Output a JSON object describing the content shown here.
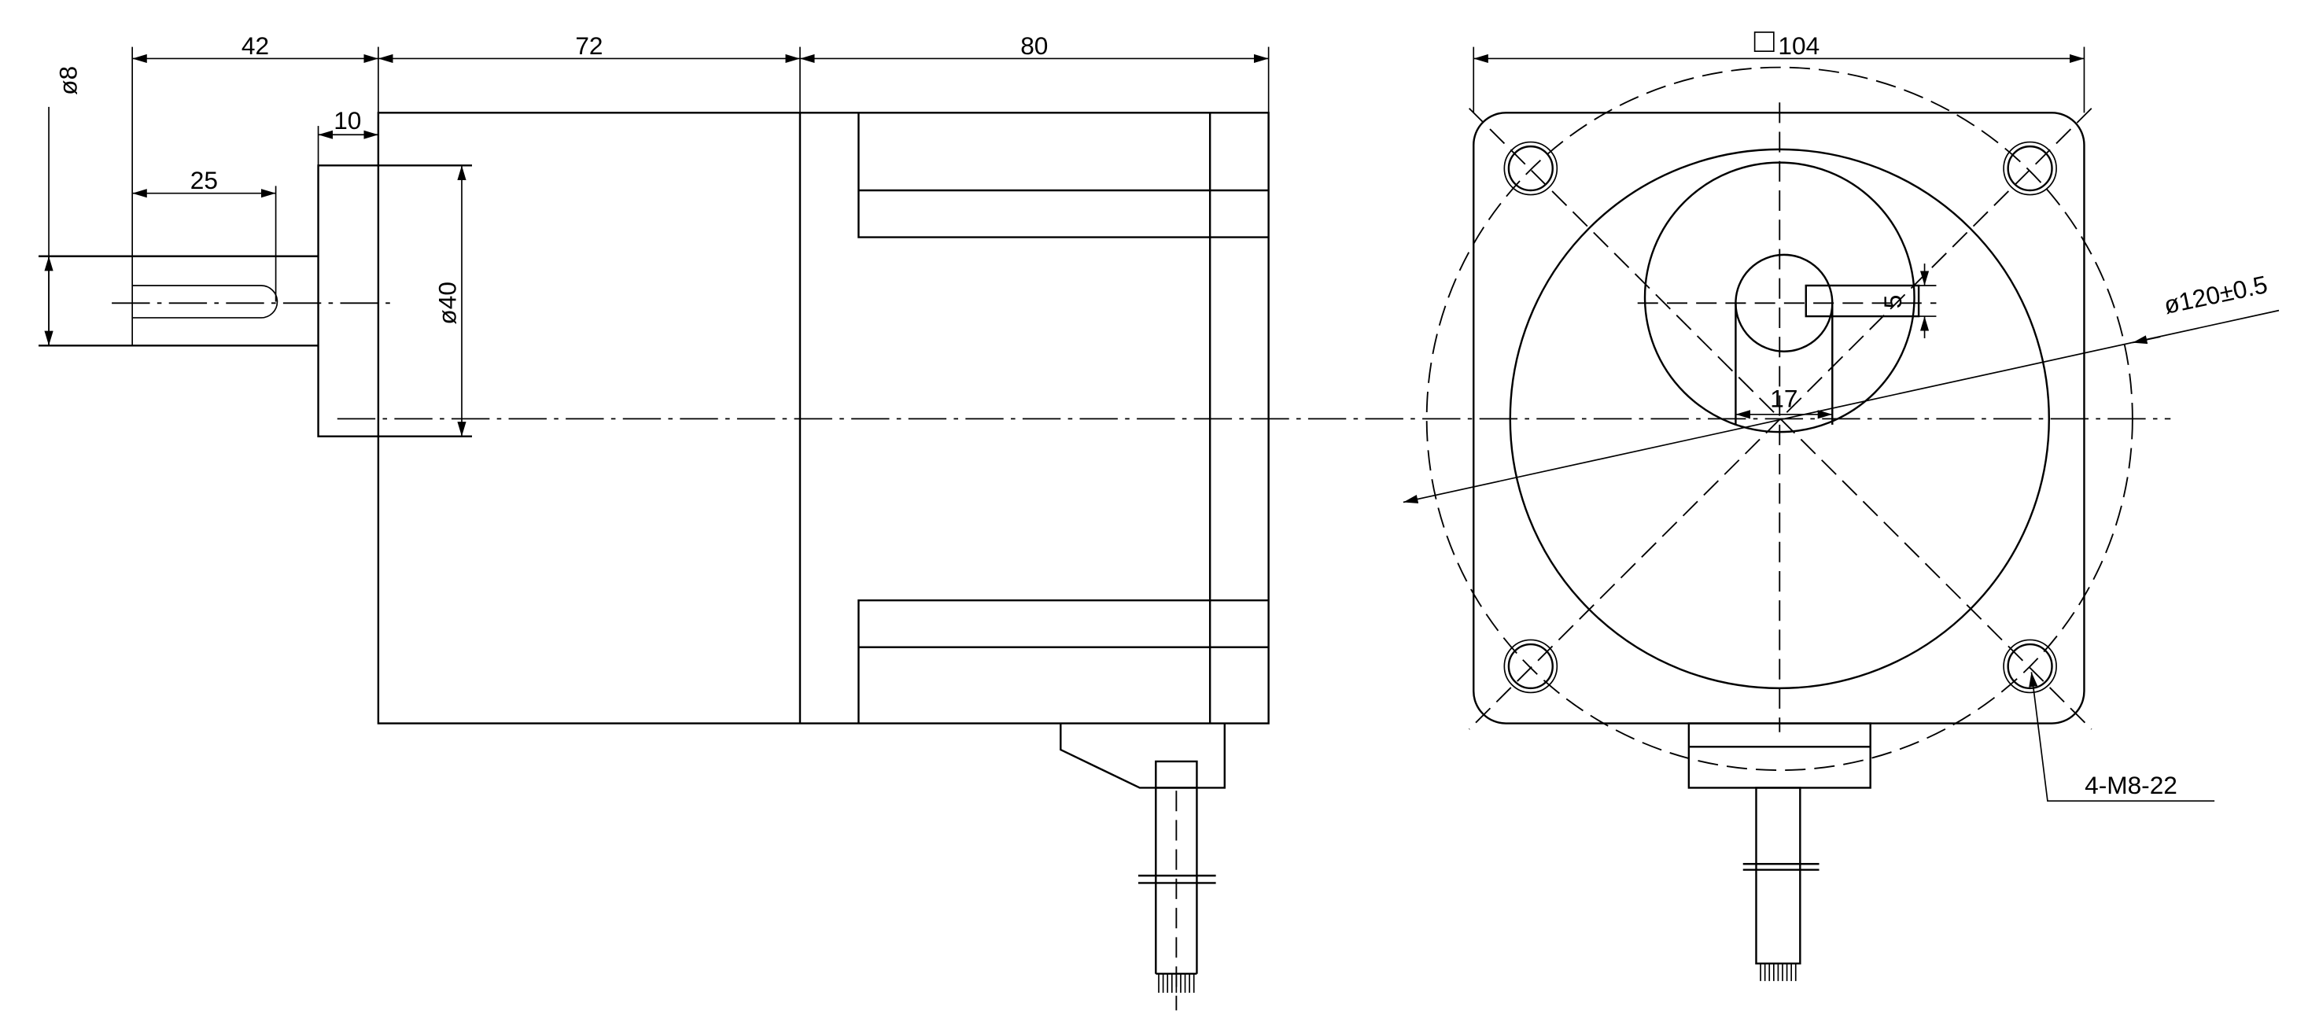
{
  "side_view": {
    "dim_shaft_length": "42",
    "dim_body_front": "72",
    "dim_body_rear": "80",
    "dim_flange": "10",
    "dim_key_length": "25",
    "dim_shaft_dia": "ø8",
    "dim_pilot_dia": "ø40"
  },
  "front_view": {
    "dim_square": "104",
    "dim_pcd": "ø120±0.5",
    "dim_key_height": "5",
    "dim_shaft_flat": "17",
    "hole_callout": "4-M8-22"
  },
  "colors": {
    "line": "#000000",
    "background": "#ffffff"
  }
}
